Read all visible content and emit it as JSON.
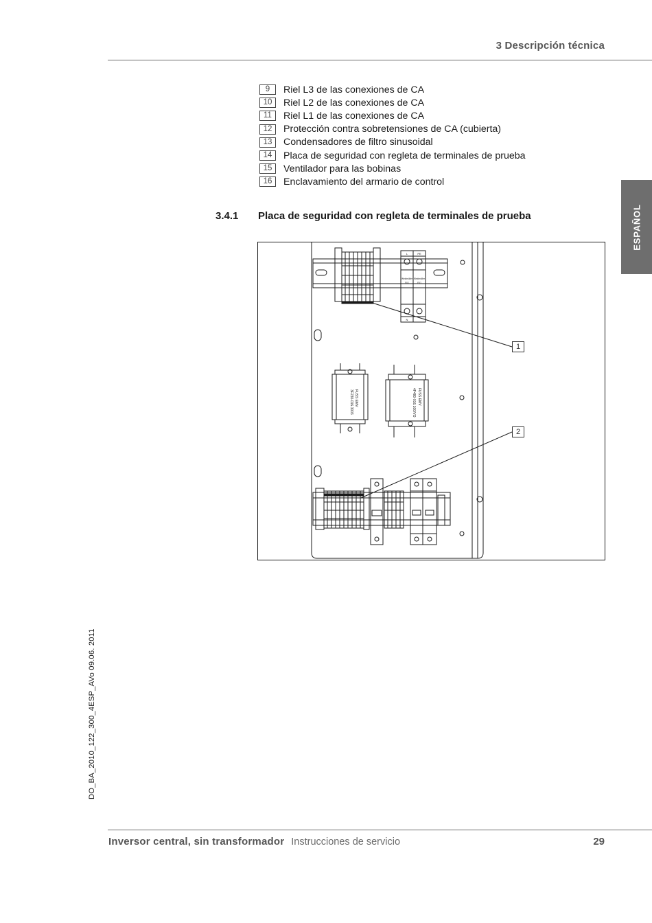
{
  "header": {
    "chapter_title": "3 Descripción técnica"
  },
  "language_tab": {
    "label": "ESPAÑOL"
  },
  "legend": [
    {
      "num": "9",
      "text": "Riel L3 de las conexiones de CA"
    },
    {
      "num": "10",
      "text": "Riel L2 de las conexiones de CA"
    },
    {
      "num": "11",
      "text": "Riel L1 de las conexiones de CA"
    },
    {
      "num": "12",
      "text": "Protección contra sobretensiones de CA (cubierta)"
    },
    {
      "num": "13",
      "text": "Condensadores de filtro sinusoidal"
    },
    {
      "num": "14",
      "text": "Placa de seguridad con regleta de terminales de prueba"
    },
    {
      "num": "15",
      "text": "Ventilador para las bobinas"
    },
    {
      "num": "16",
      "text": "Enclavamiento del armario de control"
    }
  ],
  "section": {
    "number": "3.4.1",
    "title": "Placa de seguridad con regleta de terminales de prueba"
  },
  "figure": {
    "callouts": [
      "1",
      "2"
    ],
    "labels": {
      "filter_left": "FUSS EMV",
      "filter_left_code": "3F230-016.3003",
      "filter_right": "FUSS EMV",
      "filter_right_code": "4F480-016.100/VO",
      "spd_top_left": "L",
      "spd_top_right": "PE",
      "spd_bottom": "N",
      "spd_brand": "Weidmüller",
      "spd_tag": "FV1"
    }
  },
  "side_code": "DO_BA_2010_122_300_4ESP_AVo   09.06. 2011",
  "footer": {
    "product": "Inversor central, sin transformador",
    "doc_type": "Instrucciones de servicio",
    "page": "29"
  }
}
